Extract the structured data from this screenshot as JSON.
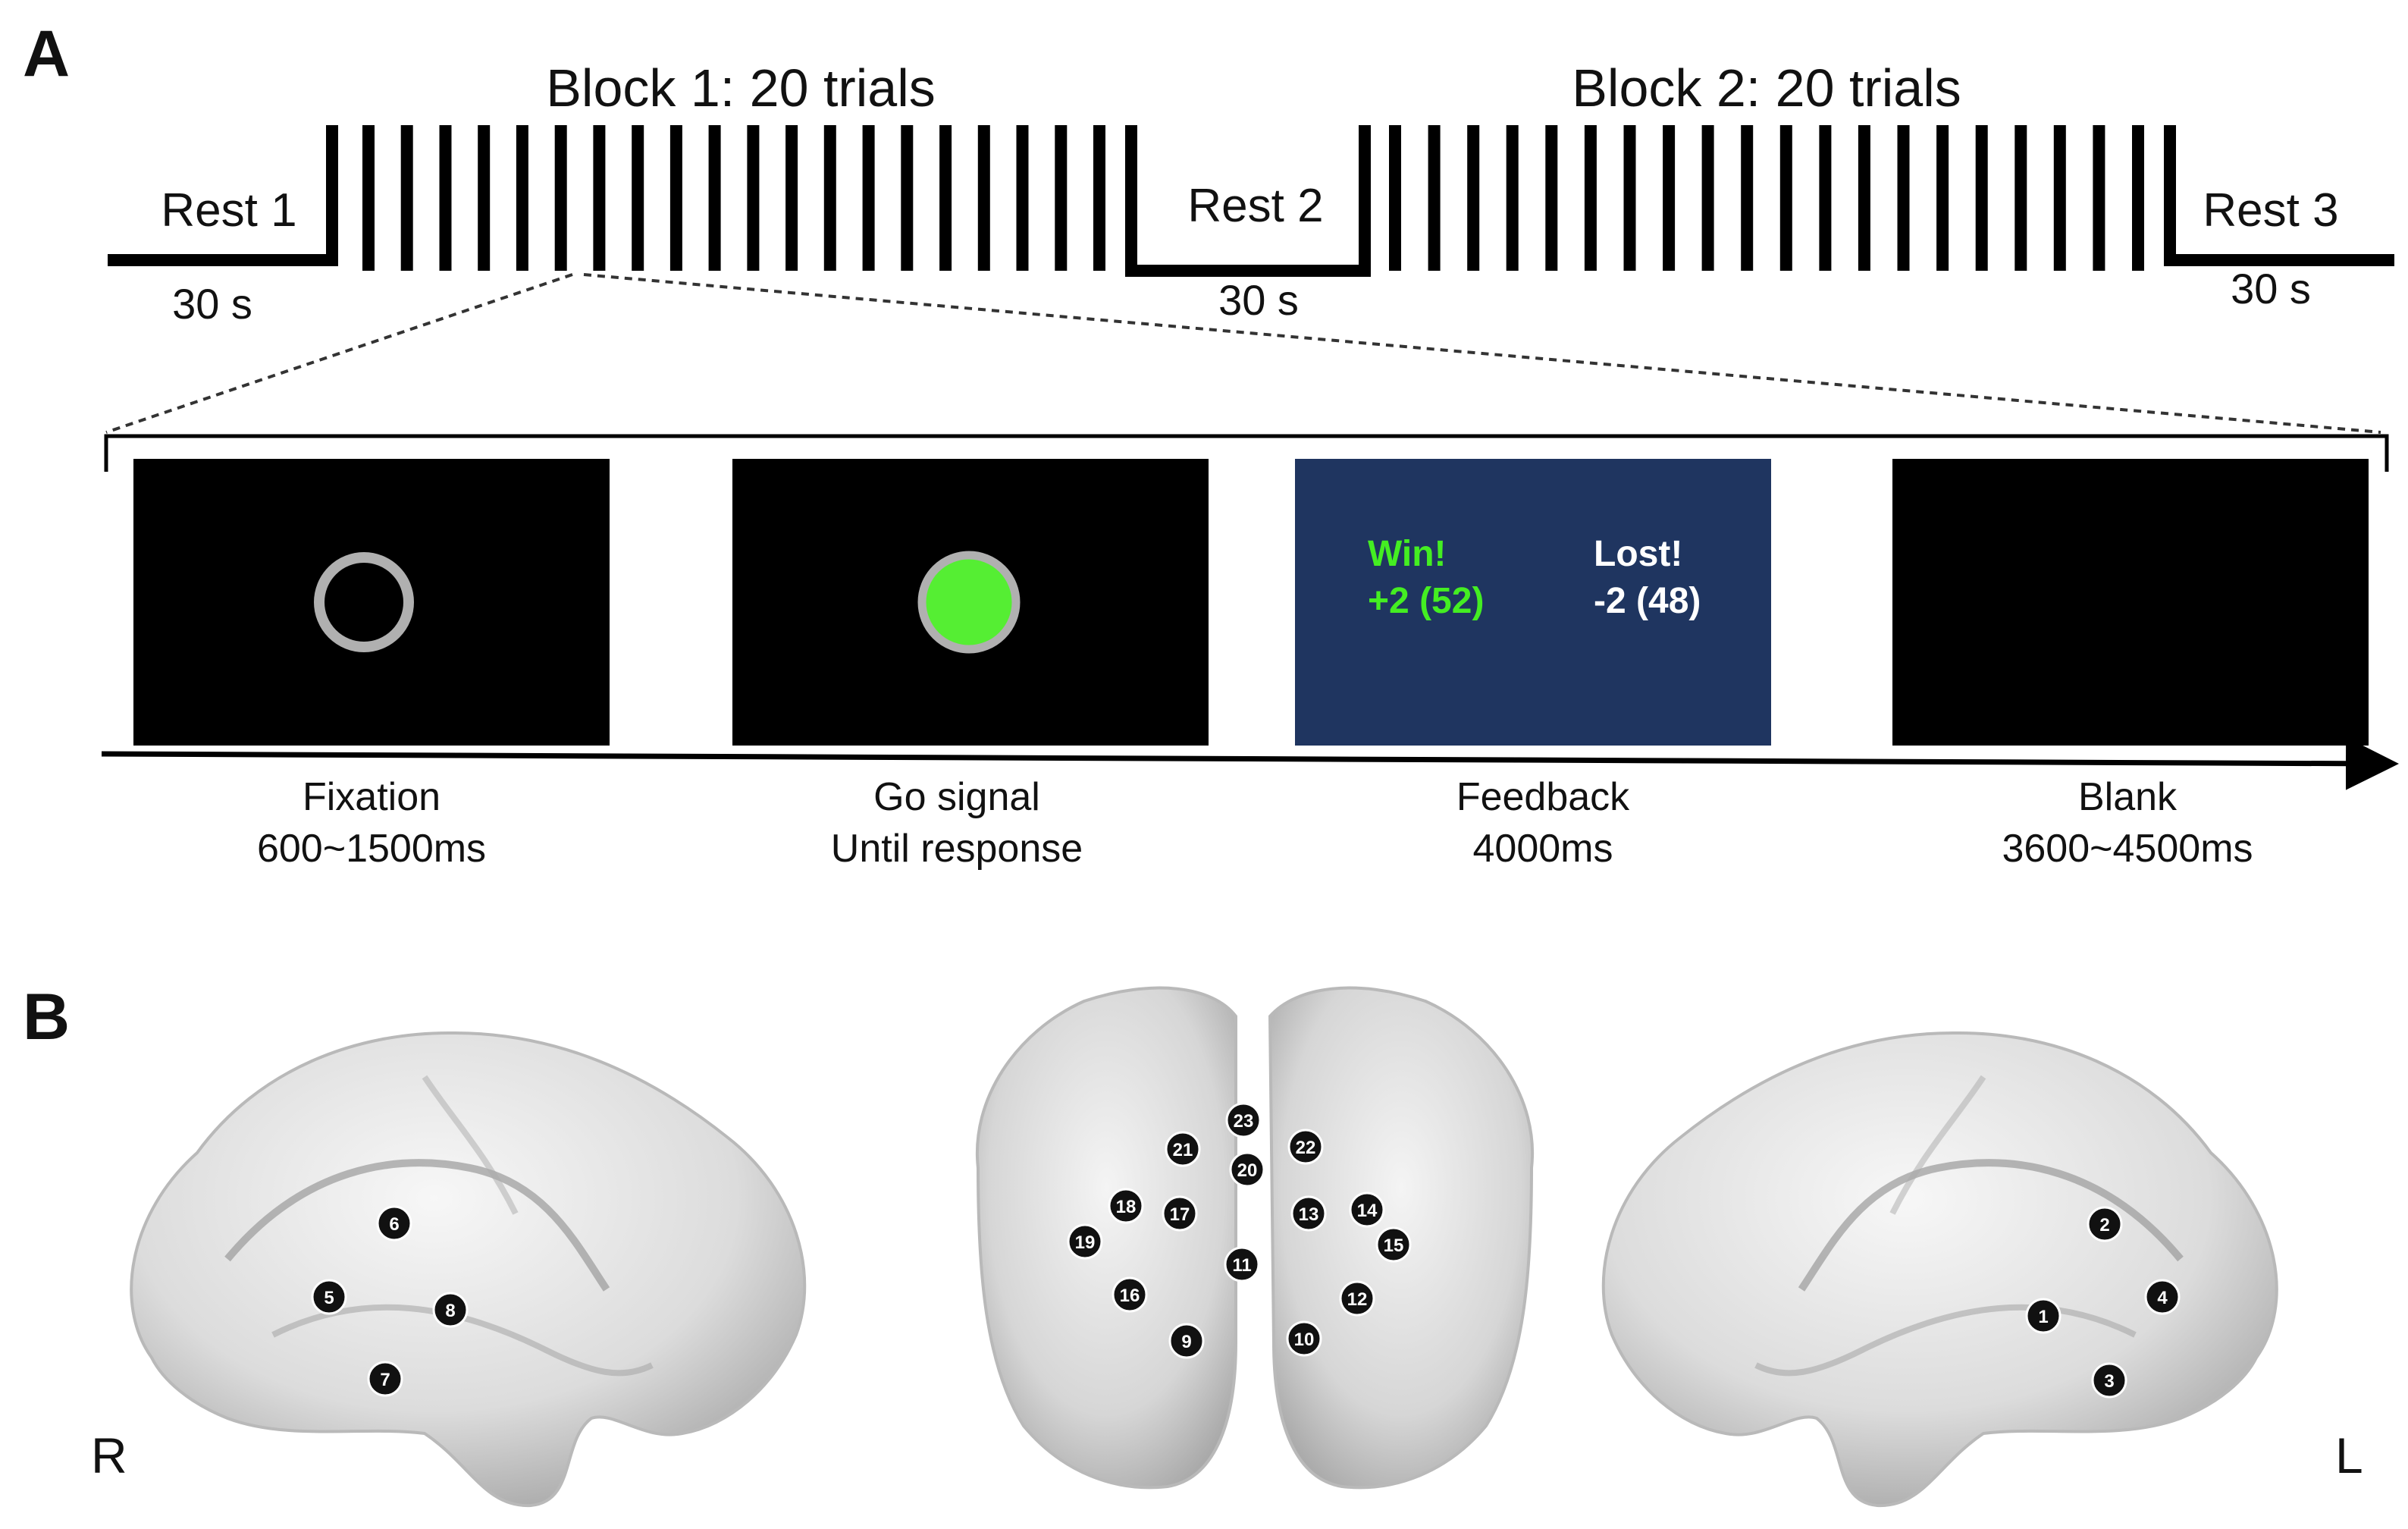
{
  "panel_a": {
    "label": "A",
    "block1_title": "Block 1: 20 trials",
    "block2_title": "Block 2: 20 trials",
    "rest1": "Rest 1",
    "rest2": "Rest 2",
    "rest3": "Rest 3",
    "rest1_duration": "30 s",
    "rest2_duration": "30 s",
    "rest3_duration": "30 s",
    "trials_per_block": 20,
    "screens": [
      {
        "name": "Fixation",
        "duration": "600~1500ms"
      },
      {
        "name": "Go signal",
        "duration": "Until response"
      },
      {
        "name": "Feedback",
        "duration": "4000ms"
      },
      {
        "name": "Blank",
        "duration": "3600~4500ms"
      }
    ],
    "feedback": {
      "win_title": "Win!",
      "win_value": "+2 (52)",
      "lost_title": "Lost!",
      "lost_value": "-2 (48)"
    },
    "colors": {
      "screen_bg": "#000000",
      "feedback_bg": "#1f3560",
      "go_green": "#55ee33",
      "ring_gray": "#b0b0b0",
      "win_text": "#44ee22",
      "lost_text": "#ffffff"
    }
  },
  "panel_b": {
    "label": "B",
    "left_hemisphere_side": "R",
    "right_hemisphere_side": "L",
    "right_view_markers": [
      "5",
      "6",
      "7",
      "8"
    ],
    "frontal_view_markers": [
      "9",
      "10",
      "11",
      "12",
      "13",
      "14",
      "15",
      "16",
      "17",
      "18",
      "19",
      "20",
      "21",
      "22",
      "23"
    ],
    "left_view_markers": [
      "1",
      "2",
      "3",
      "4"
    ]
  }
}
